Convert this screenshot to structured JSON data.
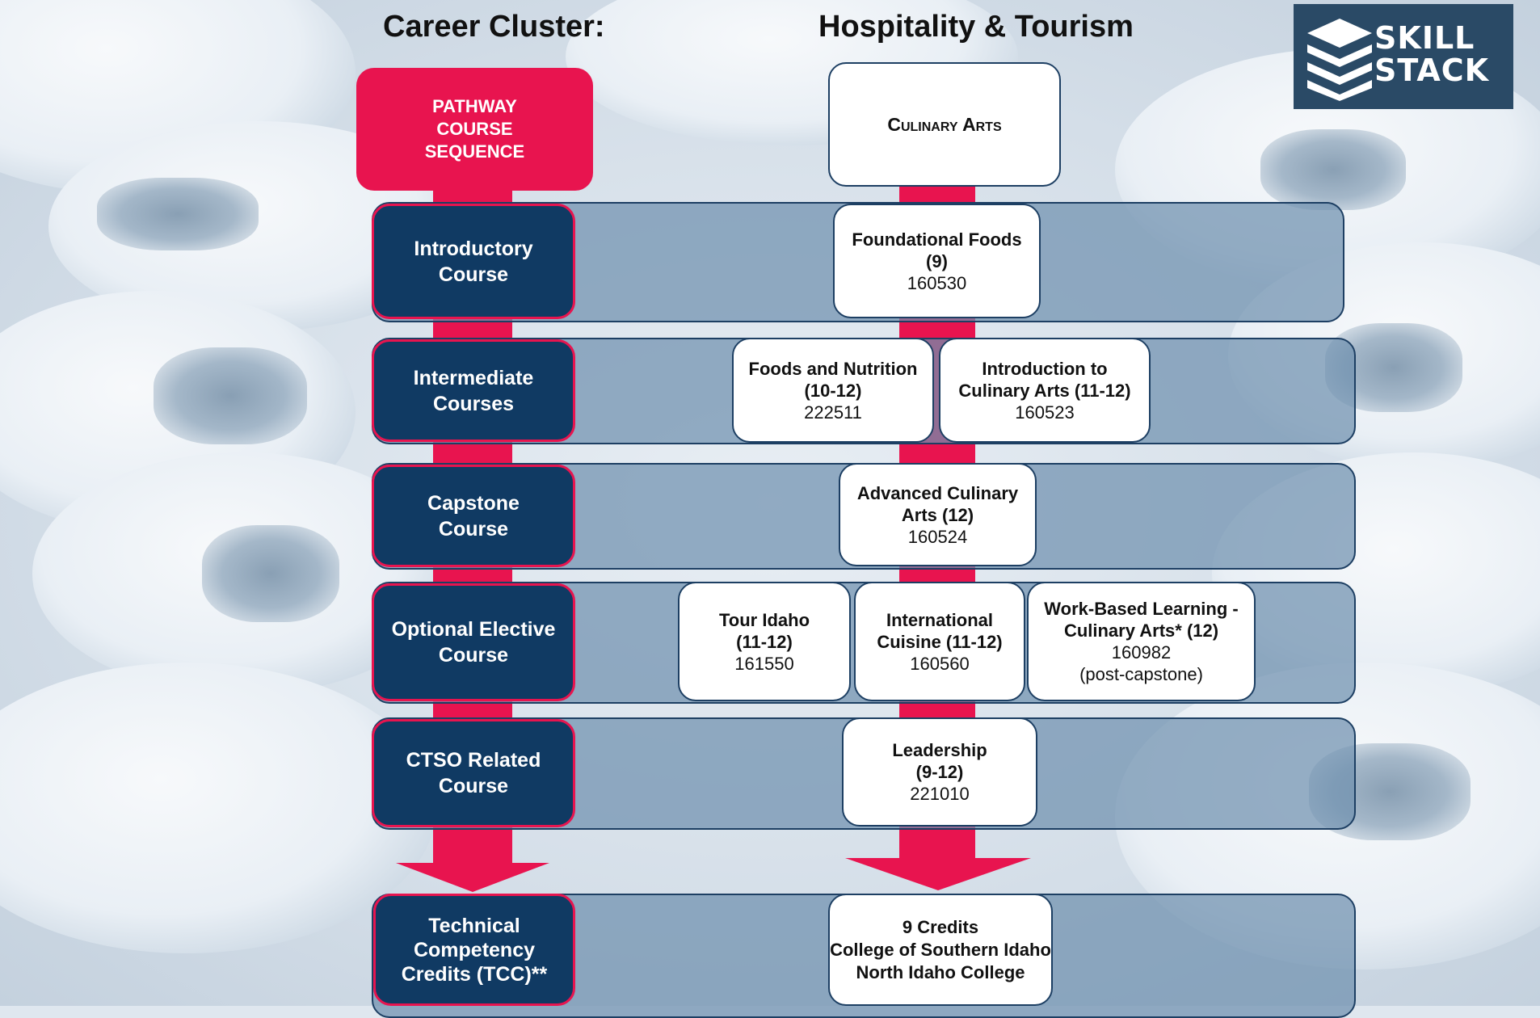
{
  "header": {
    "cluster_label": "Career Cluster:",
    "cluster_name": "Hospitality & Tourism"
  },
  "logo": {
    "line1": "SKILL",
    "line2": "STACK",
    "icon": "stacked-layers-icon"
  },
  "pathway": {
    "label_lines": [
      "PATHWAY",
      "COURSE",
      "SEQUENCE"
    ],
    "name": "Culinary Arts"
  },
  "colors": {
    "accent": "#e8144f",
    "navy": "#103a63",
    "band": "#6f90ae"
  },
  "stages": [
    {
      "lines": [
        "Introductory",
        "Course"
      ]
    },
    {
      "lines": [
        "Intermediate",
        "Courses"
      ]
    },
    {
      "lines": [
        "Capstone",
        "Course"
      ]
    },
    {
      "lines": [
        "Optional Elective",
        "Course"
      ]
    },
    {
      "lines": [
        "CTSO Related",
        "Course"
      ]
    },
    {
      "lines": [
        "Technical",
        "Competency",
        "Credits (TCC)**"
      ]
    }
  ],
  "courses": {
    "foundational": {
      "title": "Foundational Foods",
      "grade": "(9)",
      "code": "160530"
    },
    "foods_nutrition": {
      "title": "Foods and Nutrition",
      "grade": "(10-12)",
      "code": "222511"
    },
    "intro_culinary": {
      "title": "Introduction to",
      "grade": "Culinary Arts (11-12)",
      "code": "160523"
    },
    "advanced": {
      "title": "Advanced Culinary",
      "grade": "Arts (12)",
      "code": "160524"
    },
    "tour_idaho": {
      "title": "Tour Idaho",
      "grade": "(11-12)",
      "code": "161550"
    },
    "international": {
      "title": "International",
      "grade": "Cuisine (11-12)",
      "code": "160560"
    },
    "wbl": {
      "title": "Work-Based Learning -",
      "grade": "Culinary Arts* (12)",
      "code": "160982",
      "note": "(post-capstone)"
    },
    "leadership": {
      "title": "Leadership",
      "grade": "(9-12)",
      "code": "221010"
    }
  },
  "tcc": {
    "lines": [
      "9 Credits",
      "College of Southern Idaho",
      "North Idaho College"
    ]
  }
}
